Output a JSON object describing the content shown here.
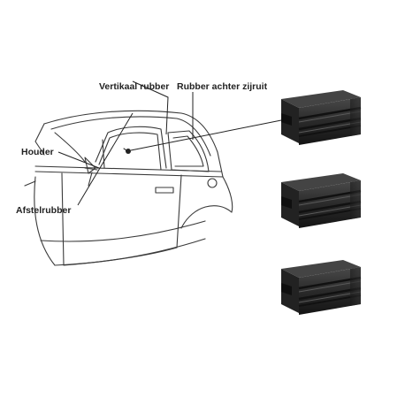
{
  "labels": {
    "vertikaal_rubber": "Vertikaal rubber",
    "rubber_achter_zijruit": "Rubber achter zijruit",
    "houder": "Houder",
    "afstelrubber": "Afstelrubber"
  },
  "parts": [
    {
      "name": "rubber-profile-1"
    },
    {
      "name": "rubber-profile-2"
    },
    {
      "name": "rubber-profile-3"
    }
  ],
  "colors": {
    "line": "#3a3a3a",
    "rubber_dark": "#1c1c1c",
    "rubber_mid": "#383838",
    "rubber_light": "#555555"
  }
}
